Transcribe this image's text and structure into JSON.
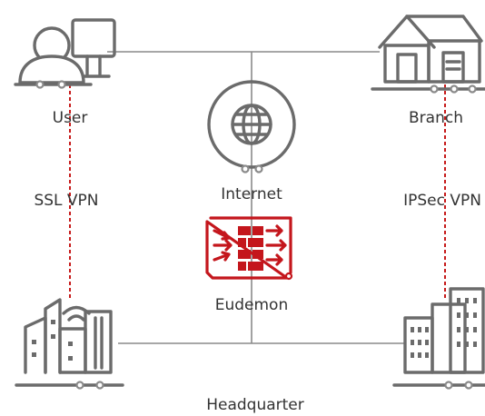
{
  "nodes": {
    "user": {
      "label": "User",
      "icon": "user-computer-icon"
    },
    "branch": {
      "label": "Branch",
      "icon": "house-icon"
    },
    "internet": {
      "label": "Internet",
      "icon": "globe-icon"
    },
    "eudemon": {
      "label": "Eudemon",
      "icon": "firewall-icon"
    },
    "headquarter_left": {
      "icon": "city-buildings-icon"
    },
    "headquarter_right": {
      "icon": "office-towers-icon"
    },
    "headquarter": {
      "label": "Headquarter"
    }
  },
  "links": {
    "ssl_vpn": {
      "label": "SSL VPN"
    },
    "ipsec_vpn": {
      "label": "IPSec VPN"
    }
  },
  "colors": {
    "vpn_link": "#c00000",
    "firewall": "#c4161c",
    "icon_gray": "#6b6b6b",
    "connector_gray": "#8a8a8a"
  }
}
